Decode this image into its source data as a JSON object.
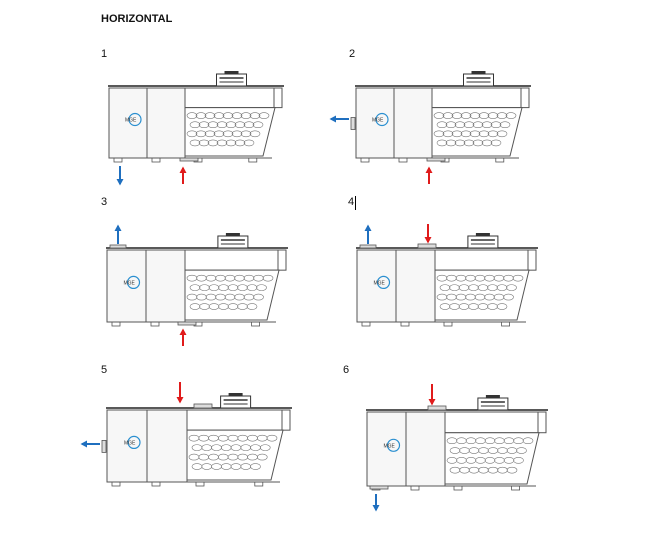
{
  "document": {
    "heading": "HORIZONTAL",
    "logo_text": "MGE",
    "colors": {
      "outline": "#555555",
      "panel_fill": "#f7f7f7",
      "supply_arrow": "#1f6fbf",
      "return_arrow": "#e01b1b",
      "logo_ring": "#2a8fd0"
    },
    "configurations": [
      {
        "label": "1",
        "supply": "bottom",
        "return": "bottom"
      },
      {
        "label": "2",
        "supply": "left-side",
        "return": "bottom"
      },
      {
        "label": "3",
        "supply": "top",
        "return": "bottom"
      },
      {
        "label": "4",
        "supply": "top",
        "return": "top"
      },
      {
        "label": "5",
        "supply": "left-side",
        "return": "top"
      },
      {
        "label": "6",
        "supply": "bottom",
        "return": "top"
      }
    ]
  }
}
